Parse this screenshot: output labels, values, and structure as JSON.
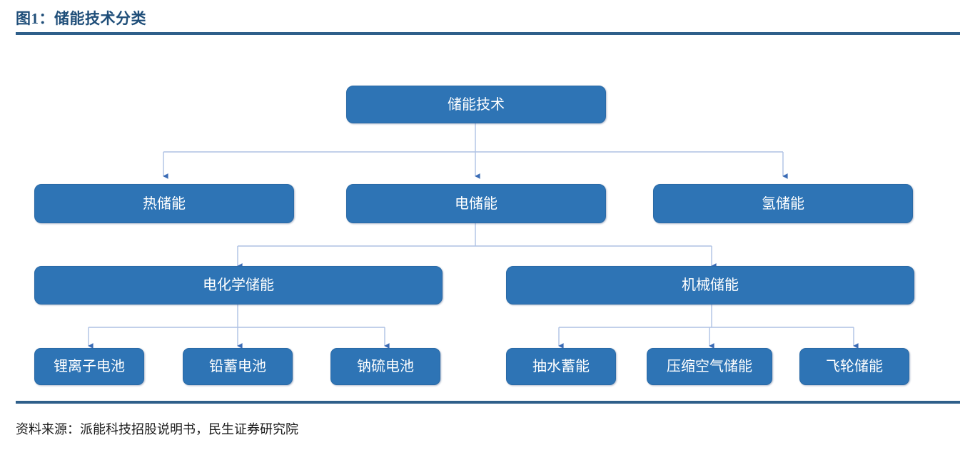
{
  "header": {
    "title": "图1：储能技术分类",
    "rule_color": "#2E5F8A",
    "title_color": "#1F4E79"
  },
  "footer": {
    "source": "资料来源：派能科技招股说明书，民生证券研究院"
  },
  "theme": {
    "node_fill": "#2E74B5",
    "node_border": "#2A6AA6",
    "node_text": "#FFFFFF",
    "connector_line": "#AEC1E4",
    "connector_arrow": "#3A6BB5",
    "background": "#FFFFFF"
  },
  "chart_data": {
    "type": "tree-diagram",
    "title": "储能技术分类",
    "root": "储能技术",
    "levels": 4,
    "nodes": [
      {
        "id": "root",
        "label": "储能技术",
        "level": 1,
        "parent": null
      },
      {
        "id": "thermal",
        "label": "热储能",
        "level": 2,
        "parent": "root"
      },
      {
        "id": "elec",
        "label": "电储能",
        "level": 2,
        "parent": "root"
      },
      {
        "id": "hydro",
        "label": "氢储能",
        "level": 2,
        "parent": "root"
      },
      {
        "id": "echem",
        "label": "电化学储能",
        "level": 3,
        "parent": "elec"
      },
      {
        "id": "mech",
        "label": "机械储能",
        "level": 3,
        "parent": "elec"
      },
      {
        "id": "liion",
        "label": "锂离子电池",
        "level": 4,
        "parent": "echem"
      },
      {
        "id": "lead",
        "label": "铅蓄电池",
        "level": 4,
        "parent": "echem"
      },
      {
        "id": "nas",
        "label": "钠硫电池",
        "level": 4,
        "parent": "echem"
      },
      {
        "id": "pumped",
        "label": "抽水蓄能",
        "level": 4,
        "parent": "mech"
      },
      {
        "id": "caes",
        "label": "压缩空气储能",
        "level": 4,
        "parent": "mech"
      },
      {
        "id": "flywheel",
        "label": "飞轮储能",
        "level": 4,
        "parent": "mech"
      }
    ]
  },
  "nodes": {
    "root": "储能技术",
    "thermal": "热储能",
    "electrical": "电储能",
    "hydrogen": "氢储能",
    "electrochemical": "电化学储能",
    "mechanical": "机械储能",
    "lithium_ion": "锂离子电池",
    "lead_acid": "铅蓄电池",
    "sodium_sulfur": "钠硫电池",
    "pumped_hydro": "抽水蓄能",
    "compressed_air": "压缩空气储能",
    "flywheel": "飞轮储能"
  }
}
